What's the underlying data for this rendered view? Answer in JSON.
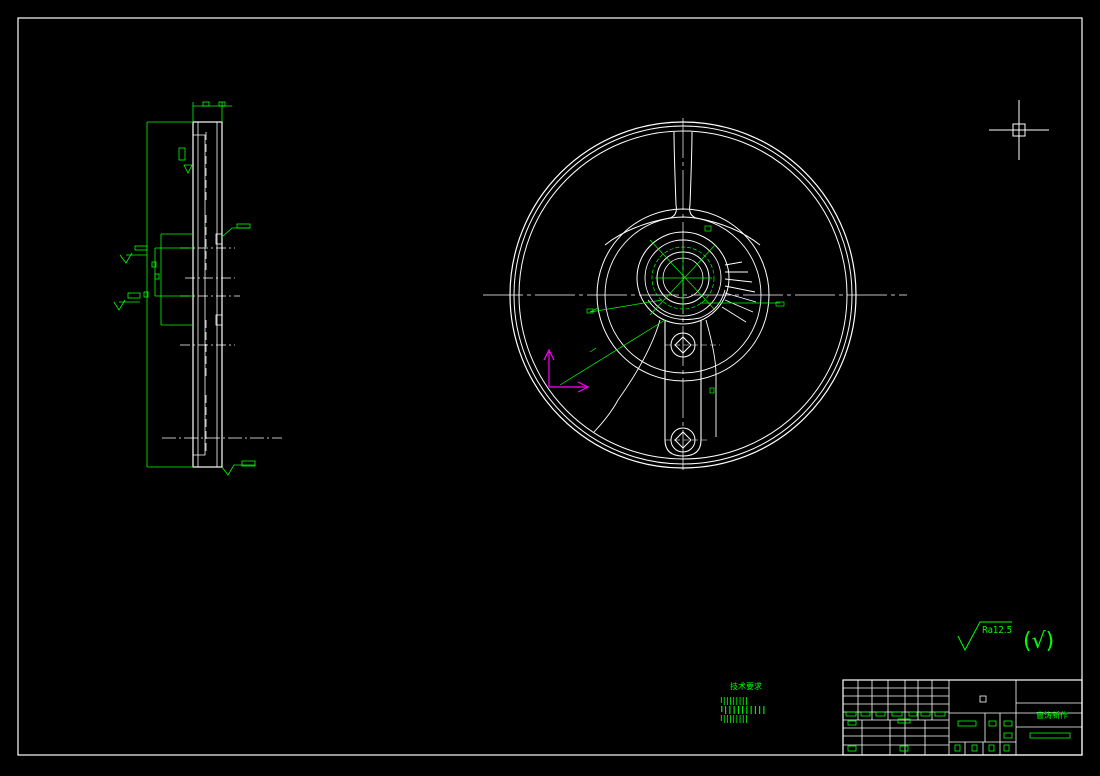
{
  "viewer": {
    "background": "#000000"
  },
  "colors": {
    "outline": "#ffffff",
    "dimension": "#00ff00",
    "ucs": "#ff00ff"
  },
  "annotations": {
    "roughness": "Ra12.5",
    "roughness_rest_symbol": "(√)",
    "tech_req_title": "技术要求",
    "tech_req_line1": "l||||||||",
    "tech_req_line2": "l||||||||||"
  },
  "title_block": {
    "drawing_name": "曹涛新作"
  },
  "icons": {
    "crosshair": "crosshair-cursor-icon",
    "ucs": "ucs-axis-icon"
  }
}
